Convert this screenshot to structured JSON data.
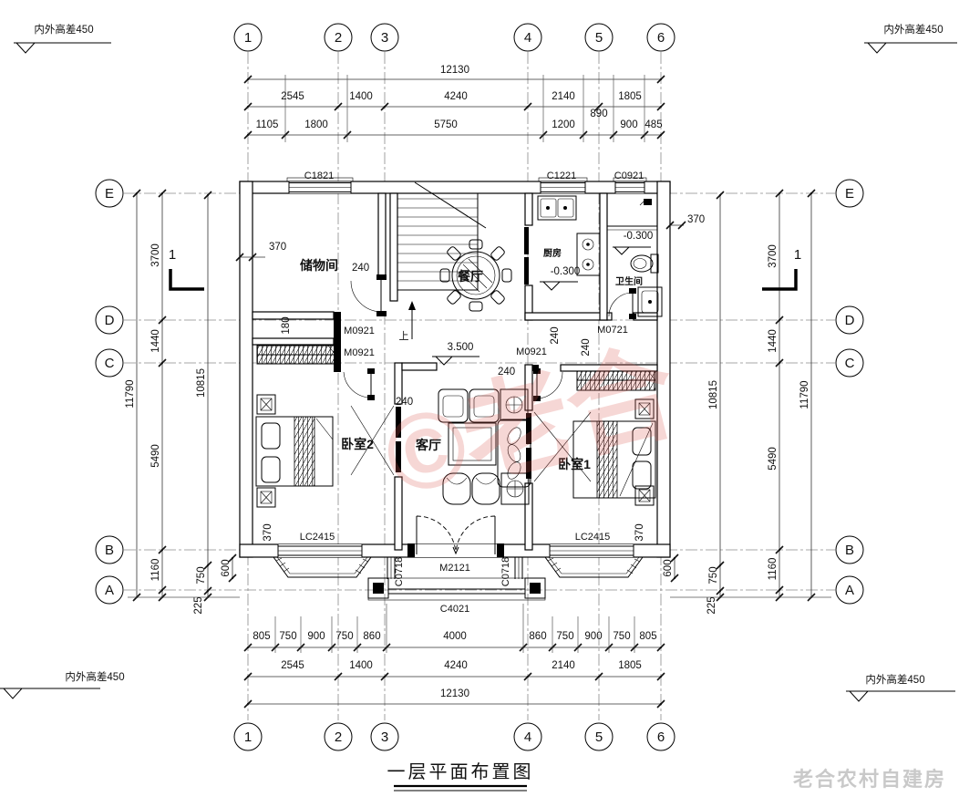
{
  "title": "一层平面布置图",
  "corner_note": "内外高差450",
  "watermark_red": "©老合",
  "watermark_gray": "老合农村自建房",
  "grid": {
    "cols": [
      "1",
      "2",
      "3",
      "4",
      "5",
      "6"
    ],
    "rows": [
      "E",
      "D",
      "C",
      "B",
      "A"
    ]
  },
  "dims": {
    "total": "12130",
    "top_major": [
      "2545",
      "1400",
      "4240",
      "2140",
      "1805"
    ],
    "top_minor": [
      "1105",
      "1800",
      "5750",
      "1200",
      "890",
      "900",
      "485"
    ],
    "bottom_minor": [
      "805",
      "750",
      "900",
      "750",
      "860",
      "4000",
      "860",
      "750",
      "900",
      "750",
      "805"
    ],
    "bottom_major": [
      "2545",
      "1400",
      "4240",
      "2140",
      "1805"
    ],
    "outer_v": "11790",
    "mid_v": [
      "3700",
      "1440",
      "5490",
      "1160"
    ],
    "inner_v": "10815",
    "porch_v": "750",
    "edge_v": "225",
    "bay_v": "600",
    "bay_inset": "370",
    "wall_370": "370",
    "wall_240": "240",
    "wall_180": "180"
  },
  "rooms": {
    "storage": "储物间",
    "dining": "餐厅",
    "kitchen": "厨房",
    "bath": "卫生间",
    "living": "客厅",
    "bed2": "卧室2",
    "bed1": "卧室1"
  },
  "openings": {
    "c1821": "C1821",
    "c1221": "C1221",
    "c0921": "C0921",
    "m0921": "M0921",
    "m0721": "M0721",
    "m2121": "M2121",
    "c4021": "C4021",
    "lc2415": "LC2415",
    "c0718": "C0718"
  },
  "levels": {
    "hall": "3.500",
    "sunken": "-0.300"
  },
  "stair": {
    "up": "上"
  },
  "section": {
    "no": "1"
  }
}
